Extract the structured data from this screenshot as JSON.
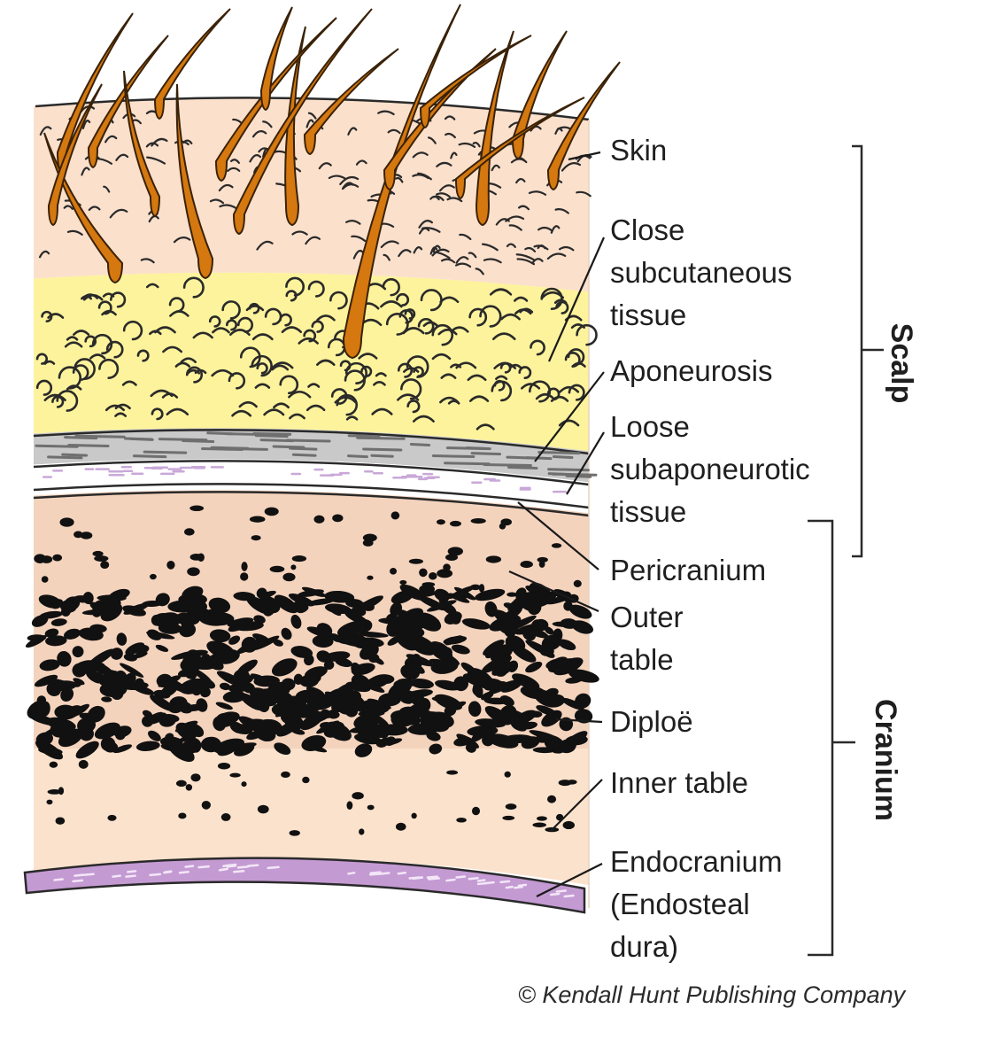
{
  "labels": {
    "skin": "Skin",
    "close_subcutaneous": [
      "Close",
      "subcutaneous",
      "tissue"
    ],
    "aponeurosis": "Aponeurosis",
    "loose_subaponeurotic": [
      "Loose",
      "subaponeurotic",
      "tissue"
    ],
    "pericranium": "Pericranium",
    "outer_table": [
      "Outer",
      "table"
    ],
    "diploe": "Diploë",
    "inner_table": "Inner table",
    "endocranium": [
      "Endocranium",
      "(Endosteal",
      "dura)"
    ]
  },
  "groups": {
    "scalp": "Scalp",
    "cranium": "Cranium"
  },
  "copyright": "© Kendall Hunt Publishing Company",
  "colors": {
    "skin": "#fbe0cc",
    "subcutaneous": "#fdf39c",
    "aponeurosis": "#c9c9c9",
    "loose_tissue": "#ffffff",
    "bone": "#f4d3bd",
    "inner_table": "#fbe2cc",
    "endocranium": "#c49ad3",
    "hair": "#d4780f",
    "ink": "#1a1a1a"
  }
}
